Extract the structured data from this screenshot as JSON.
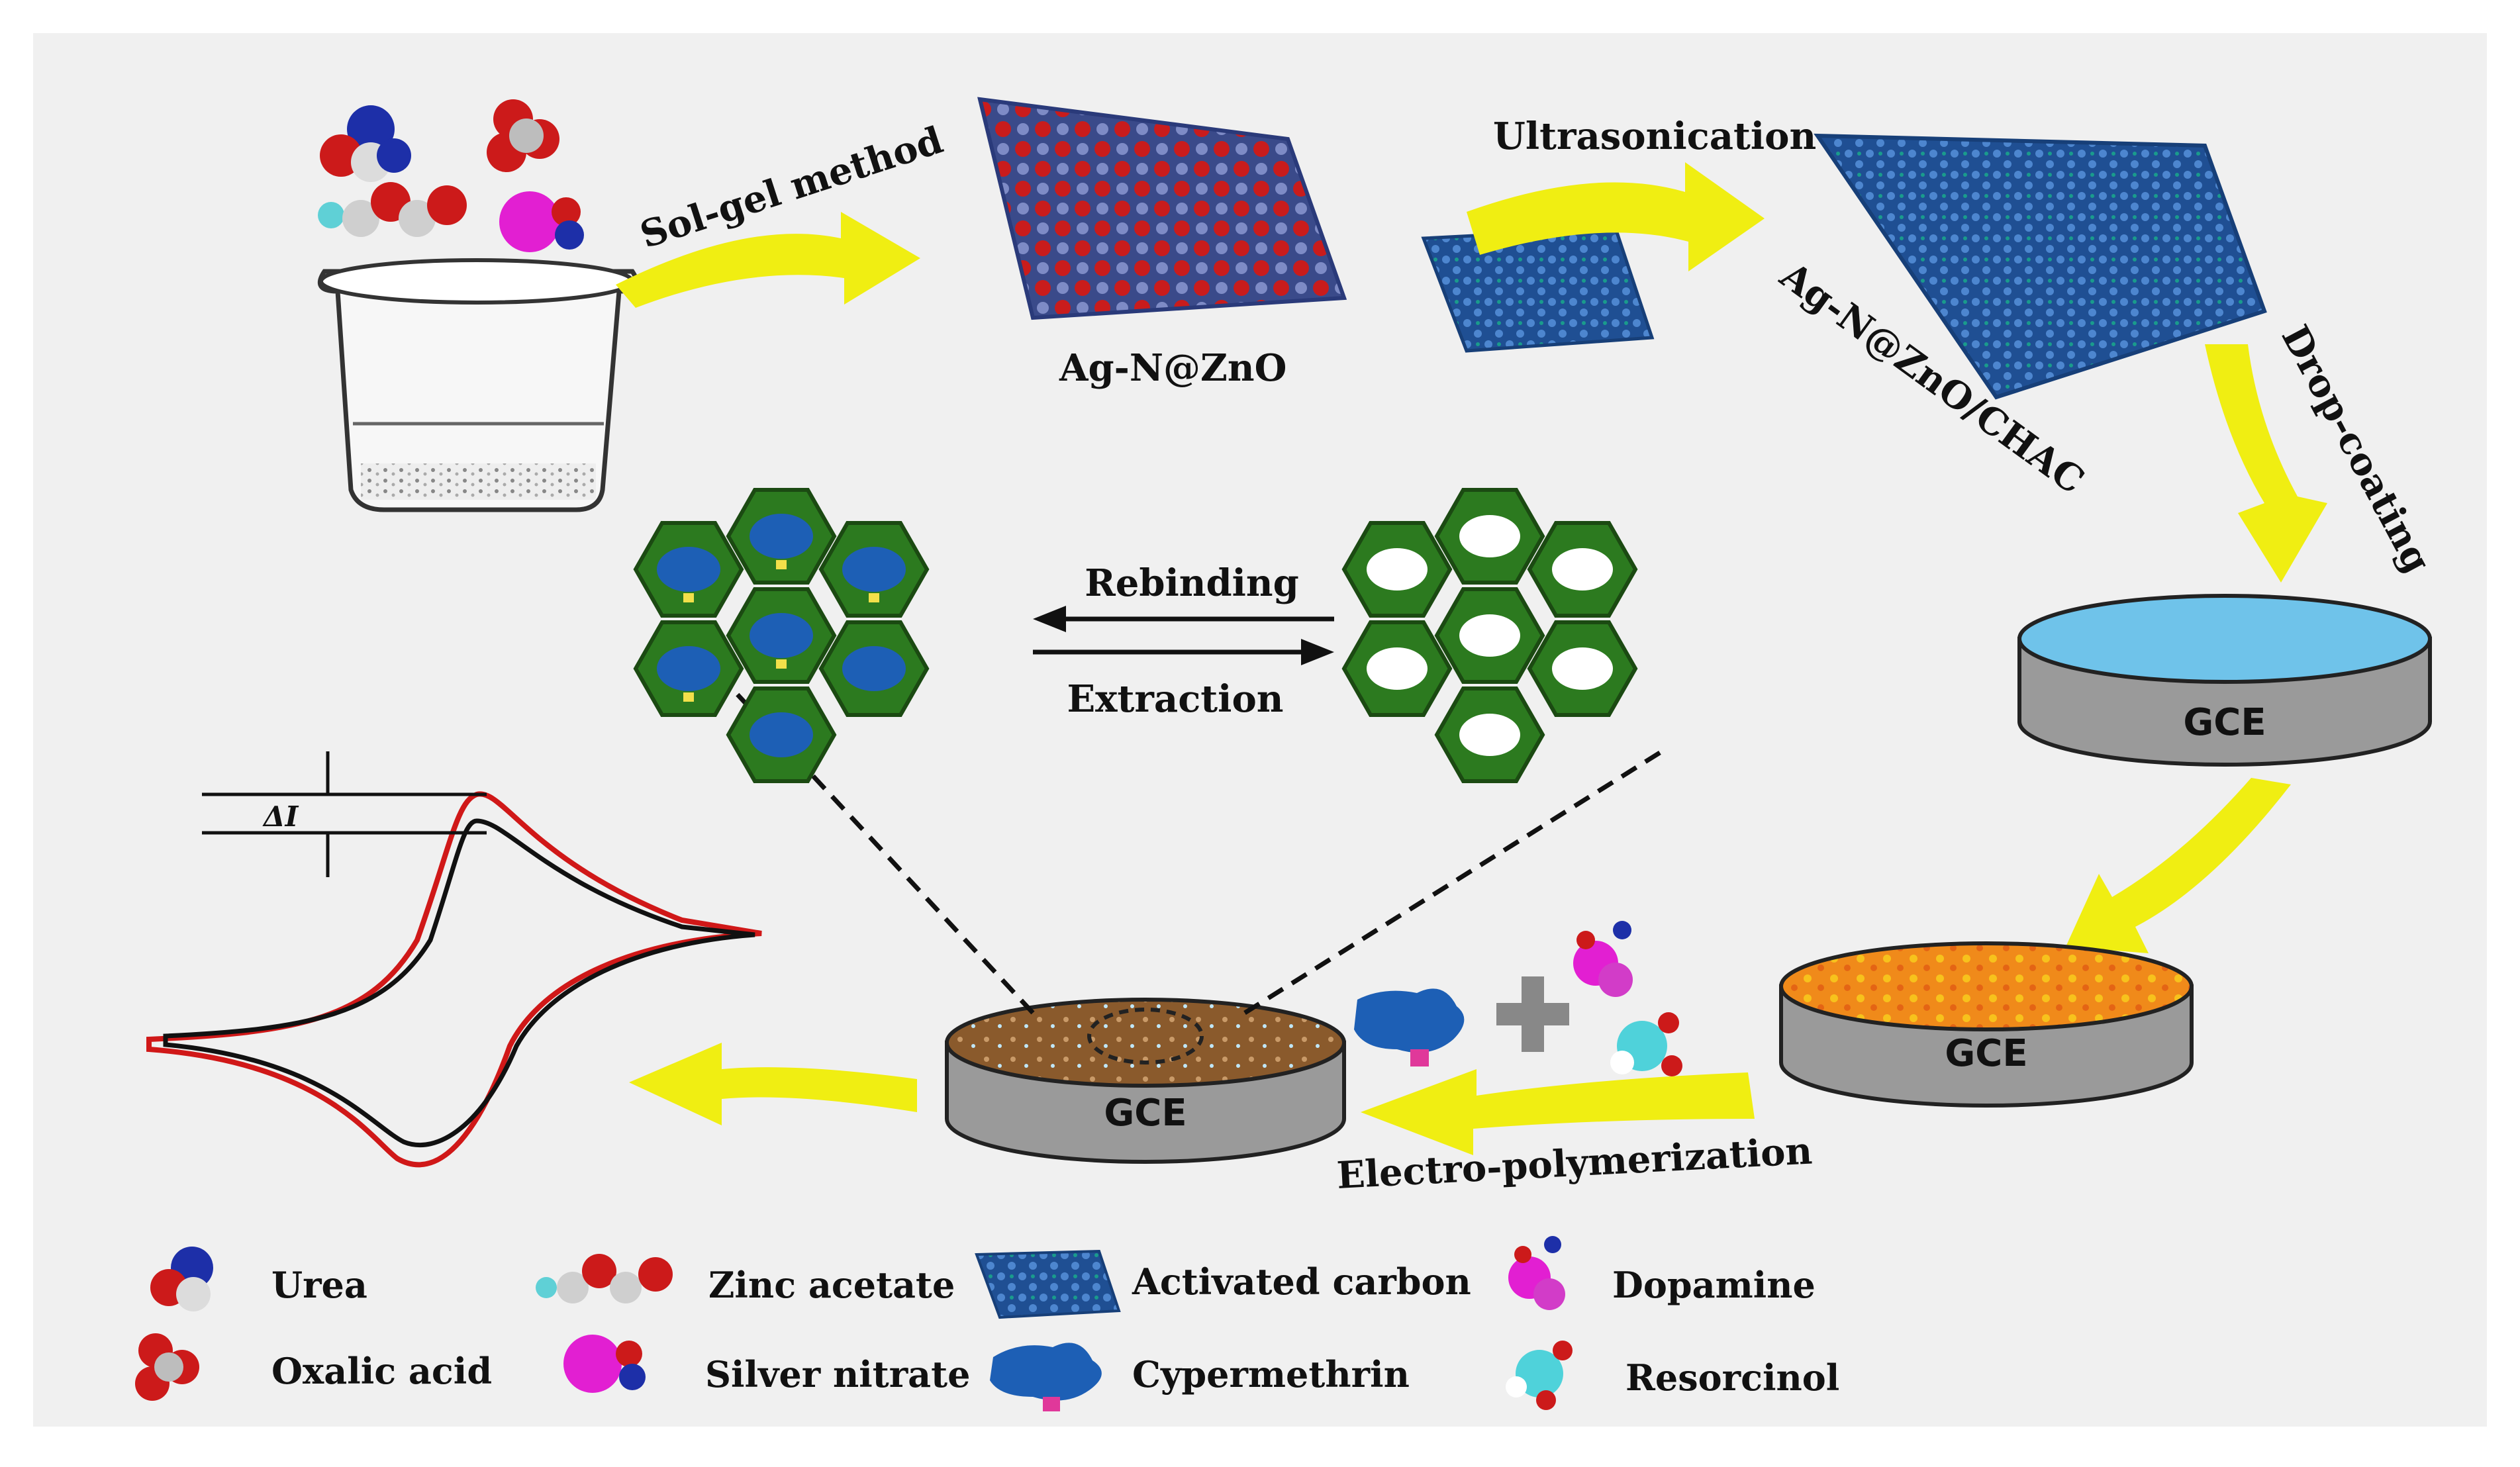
{
  "colors": {
    "panel": "#f0f0f0",
    "arrow": "#f0ee12",
    "film_blue": "#6fc3ea",
    "electrode_gray": "#9a9a9a",
    "film_orange": "#f08a1a",
    "mip_brown": "#8a5a2c",
    "template_blue": "#1d5fb5",
    "polymer_green": "#2c7a1f",
    "carbon_blue": "#2a5ea8",
    "oxygen_red": "#cc1a1a",
    "cv_red": "#d01818",
    "cv_black": "#111111"
  },
  "labels": {
    "sol_gel": "Sol-gel method",
    "ag_n_zno": "Ag-N@ZnO",
    "ultrasonication": "Ultrasonication",
    "ag_n_zno_chac": "Ag-N@ZnO/CHAC",
    "drop_coating": "Drop-coating",
    "rebinding": "Rebinding",
    "extraction": "Extraction",
    "electropolymerization": "Electro-polymerization",
    "delta_i": "ΔI"
  },
  "electrodes": {
    "bare": "GCE",
    "modified": "GCE",
    "mip": "GCE"
  },
  "legend": [
    {
      "icon": "urea-molecule-icon",
      "label": "Urea"
    },
    {
      "icon": "zinc-acetate-molecule-icon",
      "label": "Zinc acetate"
    },
    {
      "icon": "activated-carbon-icon",
      "label": "Activated carbon"
    },
    {
      "icon": "dopamine-molecule-icon",
      "label": "Dopamine"
    },
    {
      "icon": "oxalic-acid-molecule-icon",
      "label": "Oxalic acid"
    },
    {
      "icon": "silver-nitrate-molecule-icon",
      "label": "Silver nitrate"
    },
    {
      "icon": "cypermethrin-molecule-icon",
      "label": "Cypermethrin"
    },
    {
      "icon": "resorcinol-molecule-icon",
      "label": "Resorcinol"
    }
  ]
}
